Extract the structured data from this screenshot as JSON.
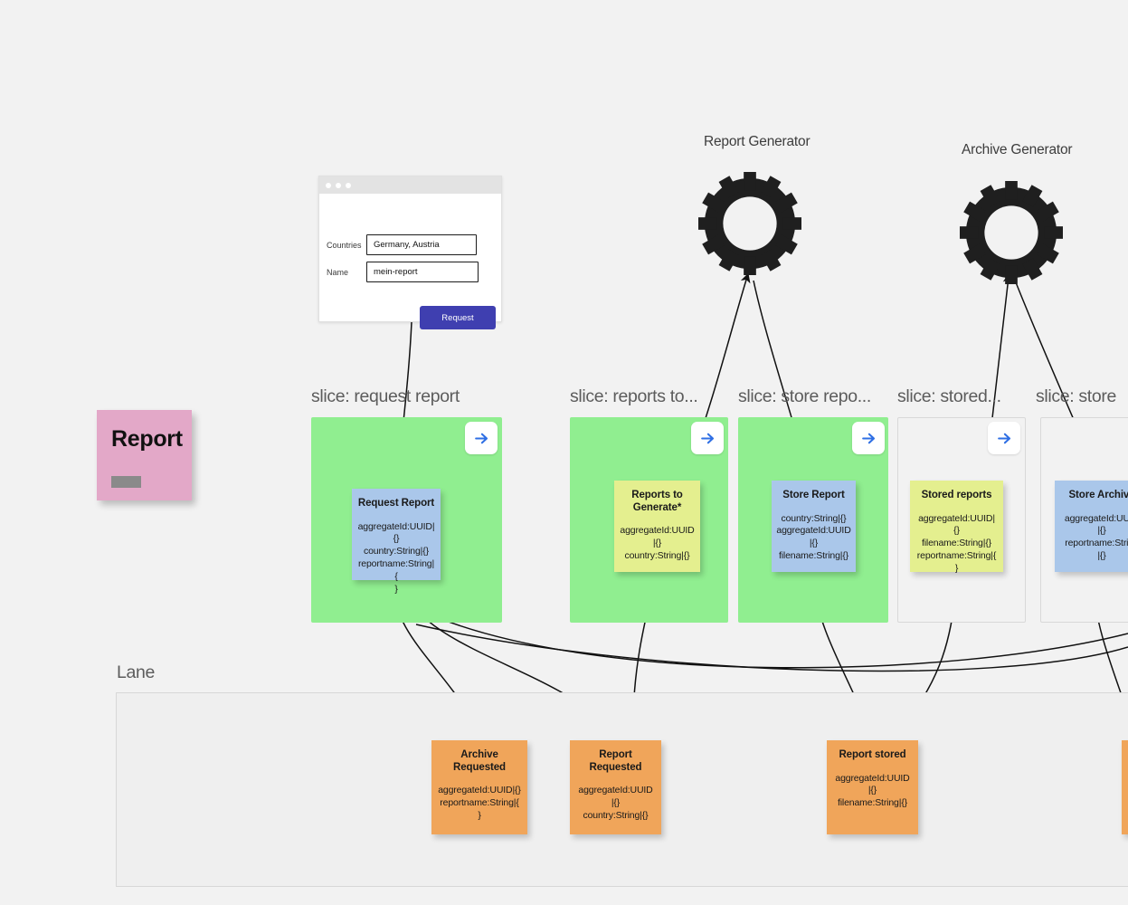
{
  "board": {
    "background": "#f2f2f2",
    "lane_label": "Lane"
  },
  "browser_form": {
    "name": "browser-window",
    "fields": [
      {
        "label": "Countries",
        "value": "Germany, Austria"
      },
      {
        "label": "Name",
        "value": "mein-report"
      }
    ],
    "submit_label": "Request"
  },
  "automations": [
    {
      "label": "Report Generator",
      "icon": "gear-icon"
    },
    {
      "label": "Archive Generator",
      "icon": "gear-icon"
    }
  ],
  "aggregates": [
    {
      "label": "Report",
      "color": "#e3a8c8"
    },
    {
      "label": "Report",
      "color": "#c4a2d8"
    }
  ],
  "slices": [
    {
      "title": "slice: request report",
      "panel_style": "green",
      "arrow_icon": "arrow-right-icon",
      "card": {
        "kind": "command",
        "title": "Request Report",
        "fields": "aggregateId:UUID|{}\ncountry:String|{}\nreportname:String|{\n}",
        "color": "#aac7ea"
      }
    },
    {
      "title": "slice: reports to...",
      "panel_style": "green",
      "arrow_icon": "arrow-right-icon",
      "card": {
        "kind": "readmodel",
        "title": "Reports to\nGenerate*",
        "fields": "aggregateId:UUID\n|{}\ncountry:String|{}",
        "color": "#e4ef8f"
      }
    },
    {
      "title": "slice: store repo...",
      "panel_style": "green",
      "arrow_icon": "arrow-right-icon",
      "card": {
        "kind": "command",
        "title": "Store Report",
        "fields": "country:String|{}\naggregateId:UUID\n|{}\nfilename:String|{}",
        "color": "#aac7ea"
      }
    },
    {
      "title": "slice: stored...",
      "panel_style": "plain",
      "arrow_icon": "arrow-right-icon",
      "card": {
        "kind": "readmodel",
        "title": "Stored reports",
        "fields": "aggregateId:UUID|{}\nfilename:String|{}\nreportname:String|{\n}",
        "color": "#e4ef8f"
      }
    },
    {
      "title": "slice: store",
      "panel_style": "plain",
      "arrow_icon": null,
      "card": {
        "kind": "command",
        "title": "Store Archive",
        "fields": "aggregateId:UUID\n|{}\nreportname:String\n|{}",
        "color": "#aac7ea"
      }
    }
  ],
  "events": [
    {
      "title": "Archive Requested",
      "fields": "aggregateId:UUID|{}\nreportname:String|{\n}",
      "color": "#f0a55a"
    },
    {
      "title": "Report\nRequested",
      "fields": "aggregateId:UUID\n|{}\ncountry:String|{}",
      "color": "#f0a55a"
    },
    {
      "title": "Report stored",
      "fields": "aggregateId:UUID\n|{}\nfilename:String|{}",
      "color": "#f0a55a"
    }
  ],
  "colors": {
    "slice_green": "#90ee90",
    "command_blue": "#aac7ea",
    "readmodel_yellow": "#e4ef8f",
    "event_orange": "#f0a55a",
    "submit_purple": "#3f3fb0",
    "arrow_blue": "#2f6fe4"
  }
}
